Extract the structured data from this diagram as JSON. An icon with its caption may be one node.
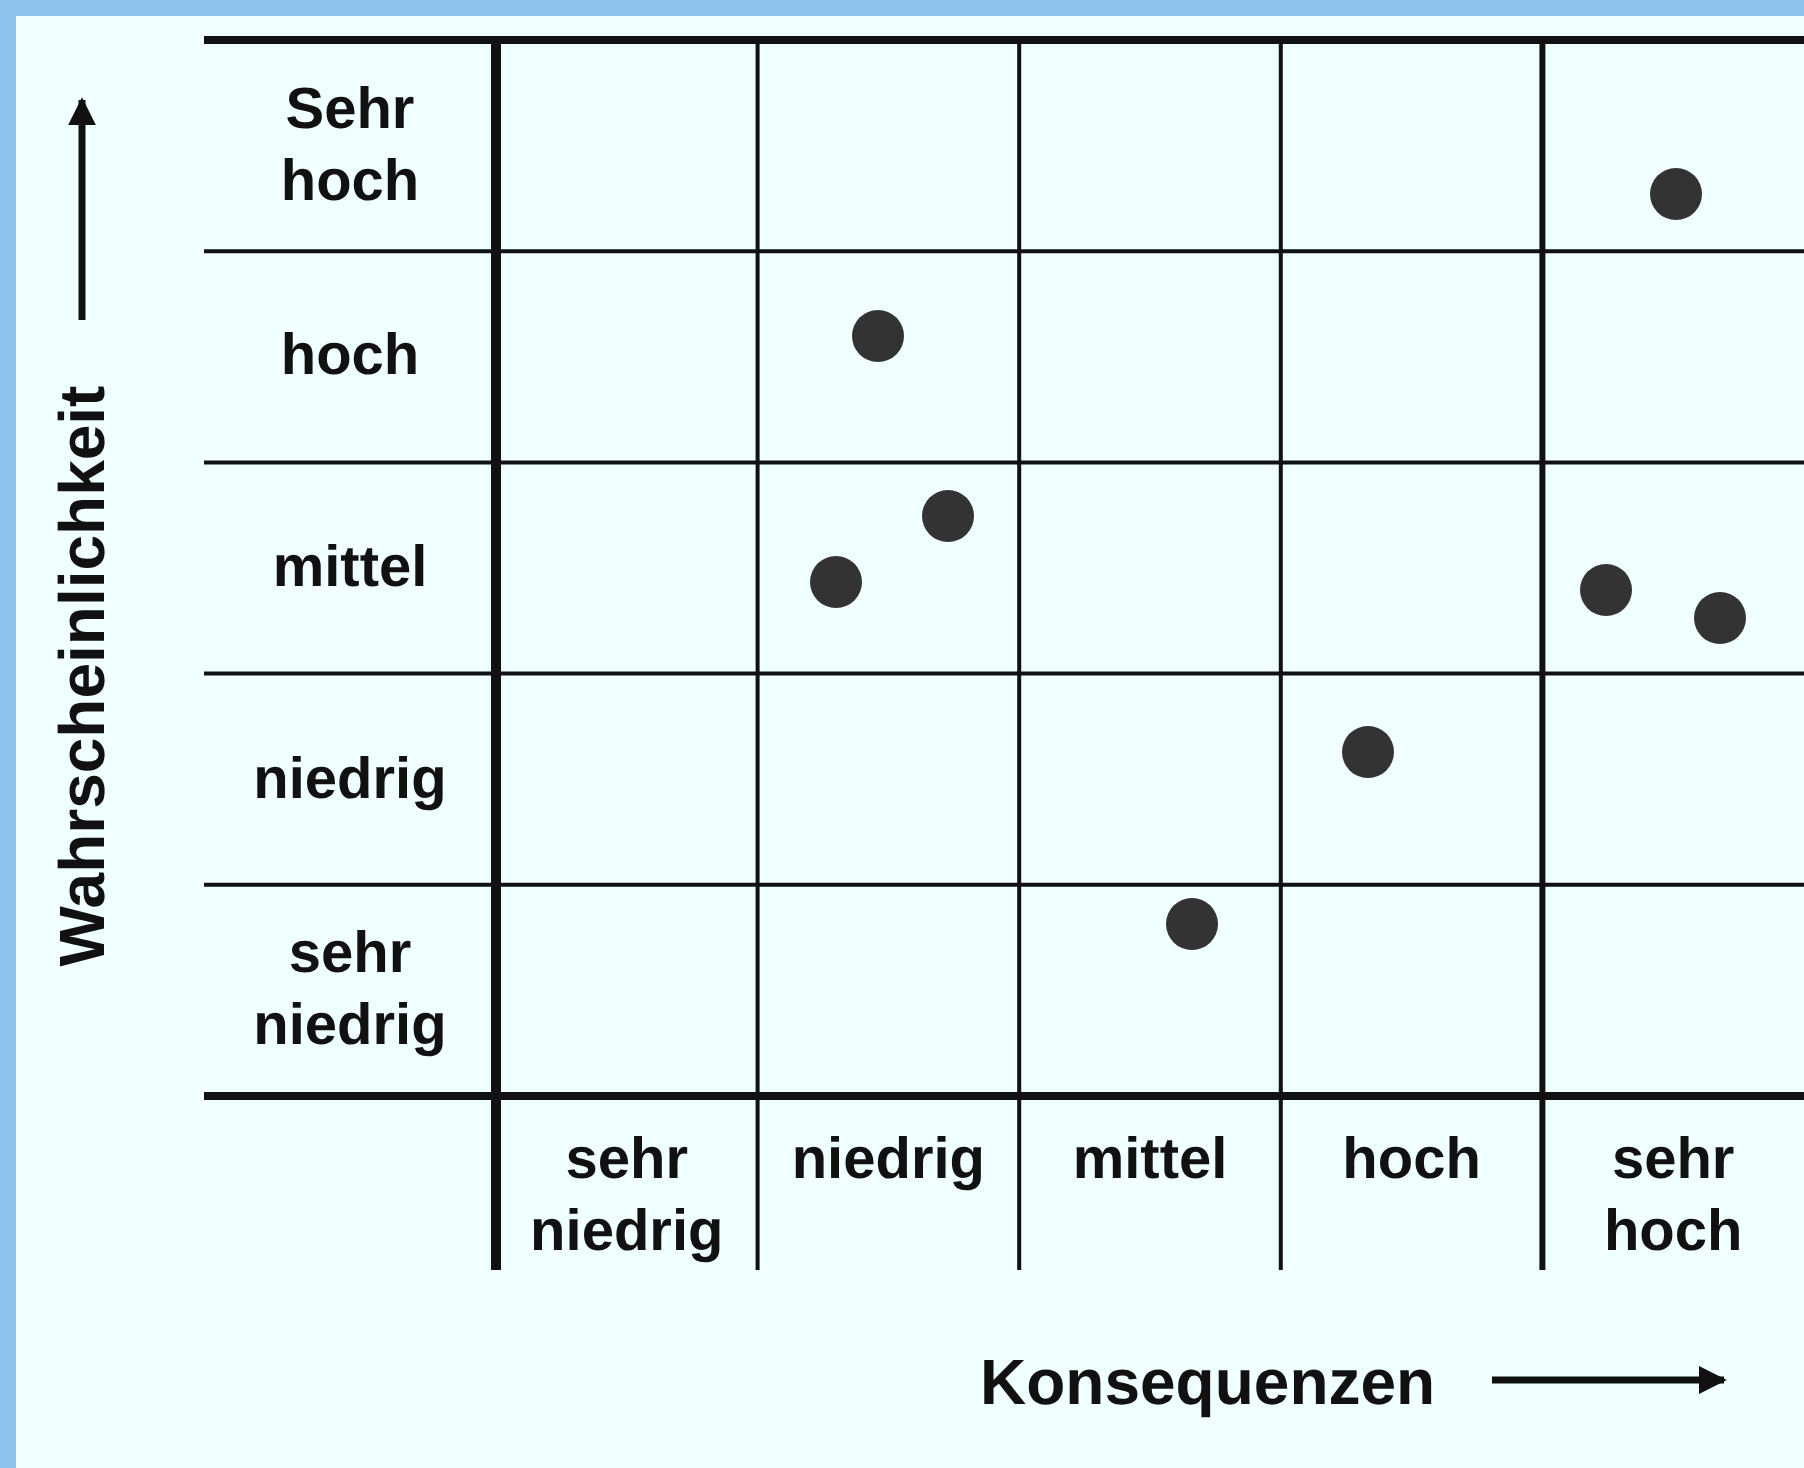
{
  "diagram": {
    "nodes": [
      {
        "text": [],
        "shape": "circle"
      },
      {
        "text": [],
        "shape": "circle"
      },
      {
        "text": [],
        "shape": "circle"
      },
      {
        "text": [],
        "shape": "circle"
      },
      {
        "text": [],
        "shape": "circle"
      },
      {
        "text": [],
        "shape": "circle"
      },
      {
        "text": [],
        "shape": "circle"
      },
      {
        "text": [],
        "shape": "circle"
      }
    ],
    "labels": [
      "Wahrscheinlichkeit",
      "Sehr hoch",
      "hoch",
      "mittel",
      "niedrig",
      "sehr niedrig",
      "sehr niedrig",
      "niedrig",
      "mittel",
      "hoch",
      "sehr hoch",
      "Konsequenzen"
    ]
  }
}
